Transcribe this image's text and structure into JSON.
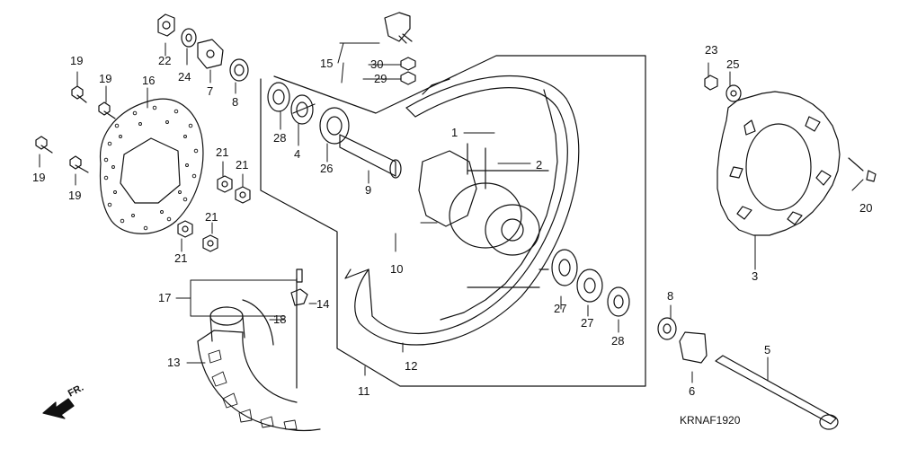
{
  "diagram": {
    "code": "KRNAF1920",
    "direction_label": "FR.",
    "callouts": [
      {
        "id": "c1",
        "text": "1"
      },
      {
        "id": "c2",
        "text": "2"
      },
      {
        "id": "c3",
        "text": "3"
      },
      {
        "id": "c4",
        "text": "4"
      },
      {
        "id": "c5",
        "text": "5"
      },
      {
        "id": "c6",
        "text": "6"
      },
      {
        "id": "c7",
        "text": "7"
      },
      {
        "id": "c8a",
        "text": "8"
      },
      {
        "id": "c8b",
        "text": "8"
      },
      {
        "id": "c9",
        "text": "9"
      },
      {
        "id": "c10",
        "text": "10"
      },
      {
        "id": "c11",
        "text": "11"
      },
      {
        "id": "c12",
        "text": "12"
      },
      {
        "id": "c13",
        "text": "13"
      },
      {
        "id": "c14",
        "text": "14"
      },
      {
        "id": "c15",
        "text": "15"
      },
      {
        "id": "c16",
        "text": "16"
      },
      {
        "id": "c17",
        "text": "17"
      },
      {
        "id": "c18",
        "text": "18"
      },
      {
        "id": "c19a",
        "text": "19"
      },
      {
        "id": "c19b",
        "text": "19"
      },
      {
        "id": "c19c",
        "text": "19"
      },
      {
        "id": "c19d",
        "text": "19"
      },
      {
        "id": "c20",
        "text": "20"
      },
      {
        "id": "c21a",
        "text": "21"
      },
      {
        "id": "c21b",
        "text": "21"
      },
      {
        "id": "c21c",
        "text": "21"
      },
      {
        "id": "c21d",
        "text": "21"
      },
      {
        "id": "c22",
        "text": "22"
      },
      {
        "id": "c23",
        "text": "23"
      },
      {
        "id": "c24",
        "text": "24"
      },
      {
        "id": "c25",
        "text": "25"
      },
      {
        "id": "c26",
        "text": "26"
      },
      {
        "id": "c27a",
        "text": "27"
      },
      {
        "id": "c27b",
        "text": "27"
      },
      {
        "id": "c28a",
        "text": "28"
      },
      {
        "id": "c28b",
        "text": "28"
      },
      {
        "id": "c29",
        "text": "29"
      },
      {
        "id": "c30",
        "text": "30"
      }
    ]
  }
}
